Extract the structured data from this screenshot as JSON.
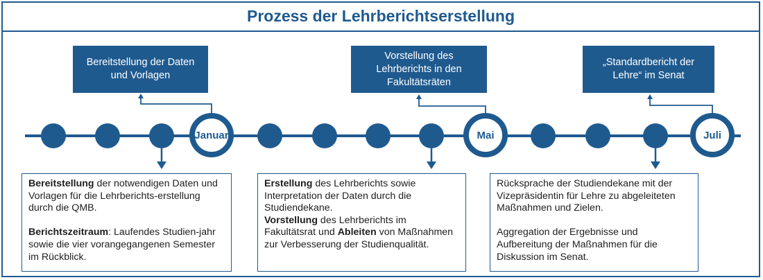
{
  "title": "Prozess der Lehrberichtserstellung",
  "colors": {
    "primary": "#1f5a8f",
    "text": "#1e1e1e",
    "background": "#ffffff"
  },
  "milestones": {
    "january": "Januar",
    "may": "Mai",
    "july": "Juli"
  },
  "top_boxes": {
    "box1": "Bereitstellung der Daten und Vorlagen",
    "box2": "Vorstellung des Lehrberichts in den Fakultätsräten",
    "box3": "„Standardbericht der Lehre“ im Senat"
  },
  "text_boxes": {
    "box1": {
      "p1_bold": "Bereitstellung",
      "p1_rest": " der notwendigen Daten und Vorlagen für die Lehrberichts-erstellung durch die QMB.",
      "p2_bold": "Berichtszeitraum",
      "p2_rest": ": Laufendes Studien-jahr sowie die vier vorangegangenen Semester im Rückblick."
    },
    "box2": {
      "p1_bold": "Erstellung",
      "p1_rest": " des Lehrberichts sowie Interpretation der Daten durch die Studiendekane.",
      "p2_bold_a": "Vorstellung",
      "p2_mid": " des Lehrberichts im Fakultätsrat und ",
      "p2_bold_b": "Ableiten",
      "p2_rest": " von Maßnahmen zur Verbesserung der Studienqualität."
    },
    "box3": {
      "p1": "Rücksprache der Studiendekane mit der Vizepräsidentin für Lehre zu abgeleiteten Maßnahmen und Zielen.",
      "p2": "Aggregation der Ergebnisse und Aufbereitung der Maßnahmen für die Diskussion im Senat."
    }
  }
}
